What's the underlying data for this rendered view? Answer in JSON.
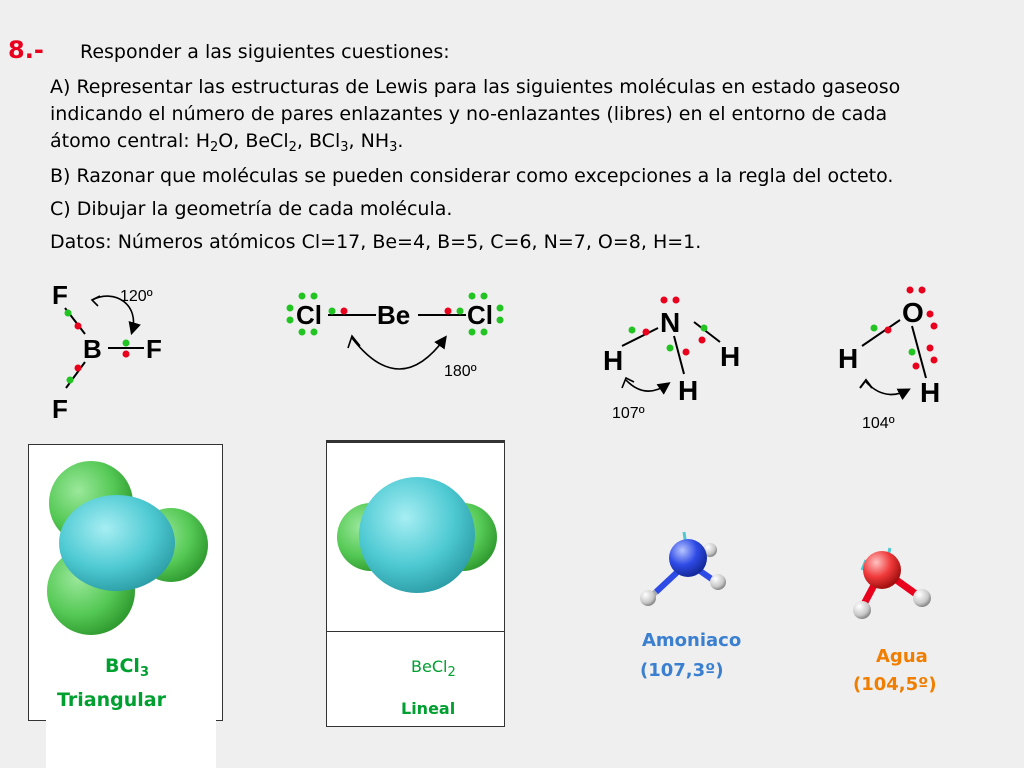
{
  "question": {
    "number": "8.-",
    "title": "Responder a las siguientes cuestiones:",
    "a_line1": "A) Representar las estructuras de Lewis para las siguientes moléculas en estado gaseoso",
    "a_line2": "indicando el número de pares enlazantes y no-enlazantes (libres) en el entorno de cada",
    "a_line3_prefix": "átomo central: ",
    "formulas": {
      "h": "H",
      "h_sub": "2",
      "o": "O, ",
      "becl": "BeCl",
      "becl_sub": "2",
      "sep1": ", ",
      "bcl": "BCl",
      "bcl_sub": "3",
      "sep2": ", ",
      "nh": "NH",
      "nh_sub": "3",
      "end": "."
    },
    "b_line": "B) Razonar que moléculas se pueden considerar como excepciones a la regla del octeto.",
    "c_line": "C) Dibujar la geometría de cada molécula.",
    "datos_line": "Datos: Números atómicos  Cl=17, Be=4, B=5, C=6, N=7, O=8, H=1."
  },
  "lewis": {
    "bf3": {
      "atom_top": "F",
      "atom_center": "B",
      "atom_right": "F",
      "atom_bottom": "F",
      "angle": "120º"
    },
    "becl2": {
      "atom_left": "Cl",
      "atom_center": "Be",
      "atom_right": "Cl",
      "angle": "180º"
    },
    "nh3": {
      "atom_center": "N",
      "atom_left": "H",
      "atom_right": "H",
      "atom_bottom": "H",
      "angle": "107º"
    },
    "h2o": {
      "atom_center": "O",
      "atom_left": "H",
      "atom_right": "H",
      "angle": "104º"
    }
  },
  "models": {
    "bcl3": {
      "formula": "BCl",
      "formula_sub": "3",
      "shape": "Triangular"
    },
    "becl2": {
      "formula": "BeCl",
      "formula_sub": "2",
      "shape": "Lineal"
    },
    "nh3": {
      "name": "Amoniaco",
      "angle": "(107,3º)"
    },
    "h2o": {
      "name": "Agua",
      "angle": "(104,5º)"
    }
  },
  "colors": {
    "red": "#e8001c",
    "green": "#22c422",
    "cyan": "#4dc9d2",
    "sphere_green": "#5fcf5f",
    "blue": "#3a7fd0",
    "orange": "#f07e00",
    "caption_green": "#00a030"
  }
}
